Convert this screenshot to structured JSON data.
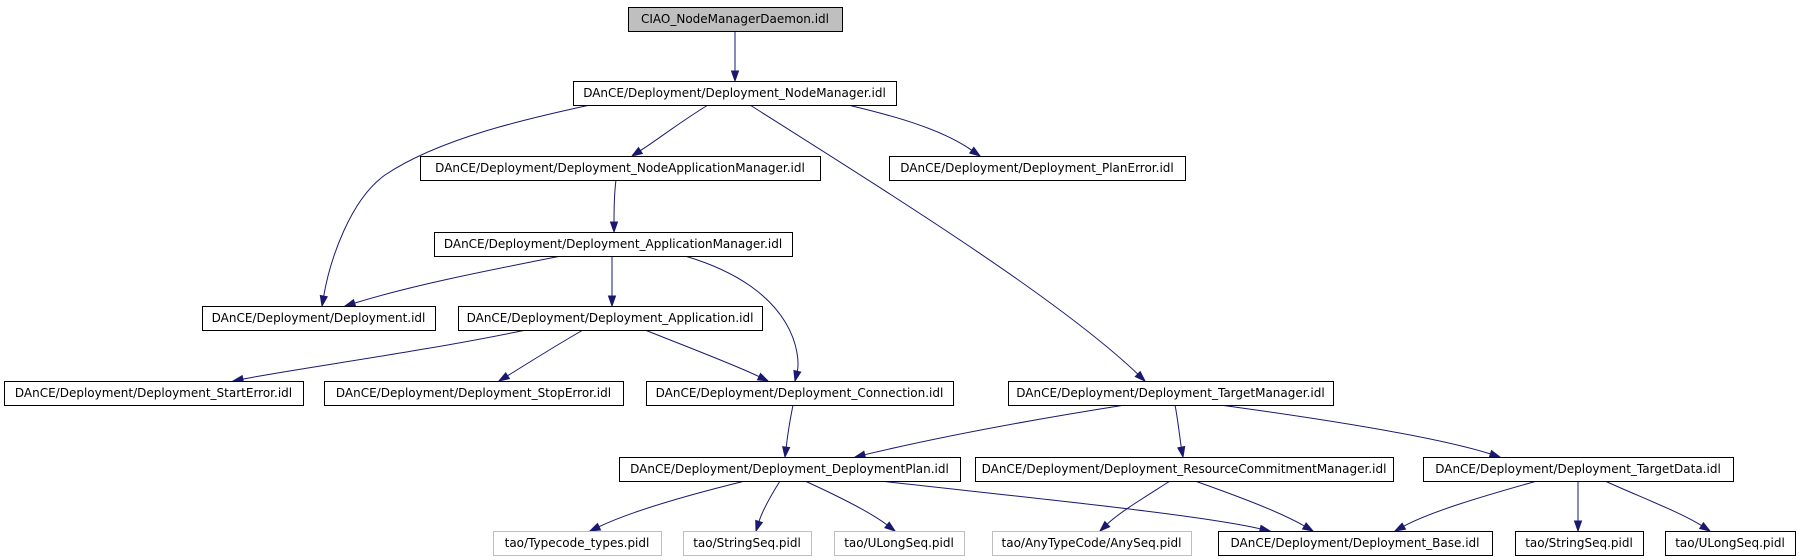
{
  "graph": {
    "nodes": [
      {
        "id": "ciao_nmd",
        "label": "CIAO_NodeManagerDaemon.idl",
        "style": "root"
      },
      {
        "id": "nm",
        "label": "DAnCE/Deployment/Deployment_NodeManager.idl",
        "style": "normal"
      },
      {
        "id": "nam",
        "label": "DAnCE/Deployment/Deployment_NodeApplicationManager.idl",
        "style": "normal"
      },
      {
        "id": "pe",
        "label": "DAnCE/Deployment/Deployment_PlanError.idl",
        "style": "normal"
      },
      {
        "id": "am",
        "label": "DAnCE/Deployment/Deployment_ApplicationManager.idl",
        "style": "normal"
      },
      {
        "id": "dep",
        "label": "DAnCE/Deployment/Deployment.idl",
        "style": "normal"
      },
      {
        "id": "app",
        "label": "DAnCE/Deployment/Deployment_Application.idl",
        "style": "normal"
      },
      {
        "id": "se",
        "label": "DAnCE/Deployment/Deployment_StartError.idl",
        "style": "normal"
      },
      {
        "id": "ste",
        "label": "DAnCE/Deployment/Deployment_StopError.idl",
        "style": "normal"
      },
      {
        "id": "conn",
        "label": "DAnCE/Deployment/Deployment_Connection.idl",
        "style": "normal"
      },
      {
        "id": "tm",
        "label": "DAnCE/Deployment/Deployment_TargetManager.idl",
        "style": "normal"
      },
      {
        "id": "dp",
        "label": "DAnCE/Deployment/Deployment_DeploymentPlan.idl",
        "style": "normal"
      },
      {
        "id": "rcm",
        "label": "DAnCE/Deployment/Deployment_ResourceCommitmentManager.idl",
        "style": "normal"
      },
      {
        "id": "td",
        "label": "DAnCE/Deployment/Deployment_TargetData.idl",
        "style": "normal"
      },
      {
        "id": "tt",
        "label": "tao/Typecode_types.pidl",
        "style": "external"
      },
      {
        "id": "ss1",
        "label": "tao/StringSeq.pidl",
        "style": "external"
      },
      {
        "id": "uls1",
        "label": "tao/ULongSeq.pidl",
        "style": "external"
      },
      {
        "id": "anyseq",
        "label": "tao/AnyTypeCode/AnySeq.pidl",
        "style": "external"
      },
      {
        "id": "base",
        "label": "DAnCE/Deployment/Deployment_Base.idl",
        "style": "normal"
      },
      {
        "id": "ss2",
        "label": "tao/StringSeq.pidl",
        "style": "normal"
      },
      {
        "id": "uls2",
        "label": "tao/ULongSeq.pidl",
        "style": "normal"
      }
    ],
    "edges": [
      {
        "from": "ciao_nmd",
        "to": "nm"
      },
      {
        "from": "nm",
        "to": "dep"
      },
      {
        "from": "nm",
        "to": "nam"
      },
      {
        "from": "nm",
        "to": "pe"
      },
      {
        "from": "nm",
        "to": "tm"
      },
      {
        "from": "nam",
        "to": "am"
      },
      {
        "from": "am",
        "to": "dep"
      },
      {
        "from": "am",
        "to": "app"
      },
      {
        "from": "am",
        "to": "conn"
      },
      {
        "from": "app",
        "to": "se"
      },
      {
        "from": "app",
        "to": "ste"
      },
      {
        "from": "app",
        "to": "conn"
      },
      {
        "from": "conn",
        "to": "dp"
      },
      {
        "from": "tm",
        "to": "dp"
      },
      {
        "from": "tm",
        "to": "rcm"
      },
      {
        "from": "tm",
        "to": "td"
      },
      {
        "from": "dp",
        "to": "tt"
      },
      {
        "from": "dp",
        "to": "ss1"
      },
      {
        "from": "dp",
        "to": "uls1"
      },
      {
        "from": "dp",
        "to": "base"
      },
      {
        "from": "rcm",
        "to": "anyseq"
      },
      {
        "from": "rcm",
        "to": "base"
      },
      {
        "from": "td",
        "to": "base"
      },
      {
        "from": "td",
        "to": "ss2"
      },
      {
        "from": "td",
        "to": "uls2"
      }
    ]
  }
}
